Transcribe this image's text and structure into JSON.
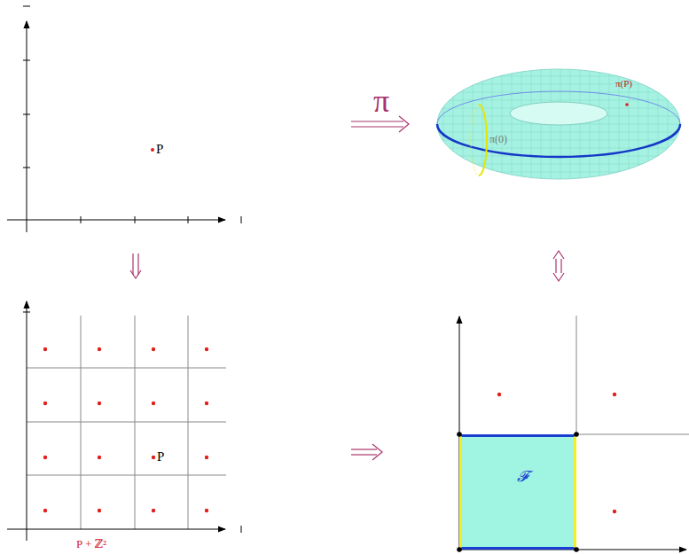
{
  "diagram": {
    "nodes": [
      {
        "text": [
          "𝓕"
        ]
      }
    ],
    "labels": [
      "P",
      "π",
      "π(P)",
      "π(0)",
      "P",
      "P + ℤ²"
    ]
  }
}
